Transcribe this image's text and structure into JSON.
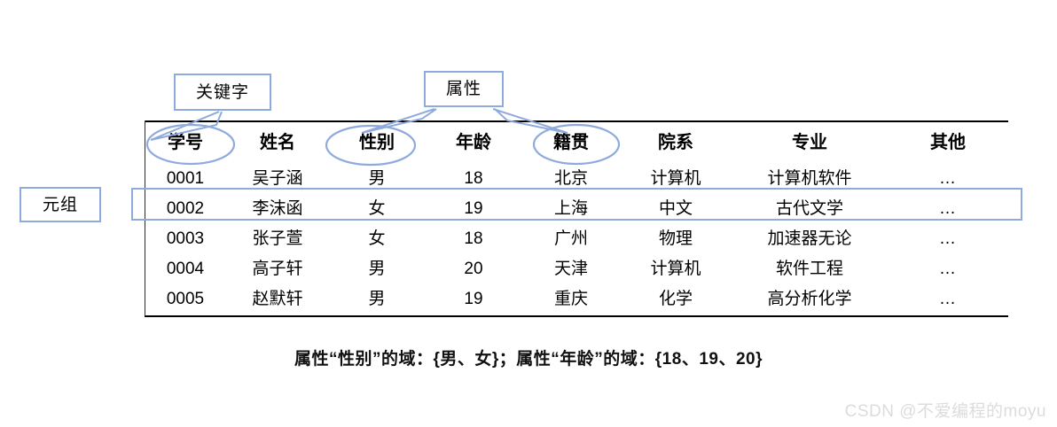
{
  "table": {
    "columns": [
      "学号",
      "姓名",
      "性别",
      "年龄",
      "籍贯",
      "院系",
      "专业",
      "其他"
    ],
    "rows": [
      [
        "0001",
        "吴子涵",
        "男",
        "18",
        "北京",
        "计算机",
        "计算机软件",
        "…"
      ],
      [
        "0002",
        "李沫函",
        "女",
        "19",
        "上海",
        "中文",
        "古代文学",
        "…"
      ],
      [
        "0003",
        "张子萱",
        "女",
        "18",
        "广州",
        "物理",
        "加速器无论",
        "…"
      ],
      [
        "0004",
        "高子轩",
        "男",
        "20",
        "天津",
        "计算机",
        "软件工程",
        "…"
      ],
      [
        "0005",
        "赵默轩",
        "男",
        "19",
        "重庆",
        "化学",
        "高分析化学",
        "…"
      ]
    ]
  },
  "annotations": {
    "keyword_label": "关键字",
    "attribute_label": "属性",
    "tuple_label": "元组",
    "circled_columns": [
      "学号",
      "性别",
      "籍贯"
    ],
    "highlighted_row_key": "0002"
  },
  "caption": "属性“性别”的域：{男、女}；属性“年龄”的域：{18、19、20}",
  "watermark": "CSDN @不爱编程的moyu",
  "colors": {
    "annotation_blue": "#8faadc",
    "rule_black": "#000000",
    "watermark_gray": "#dcdcdc",
    "page_background": "#ffffff"
  }
}
